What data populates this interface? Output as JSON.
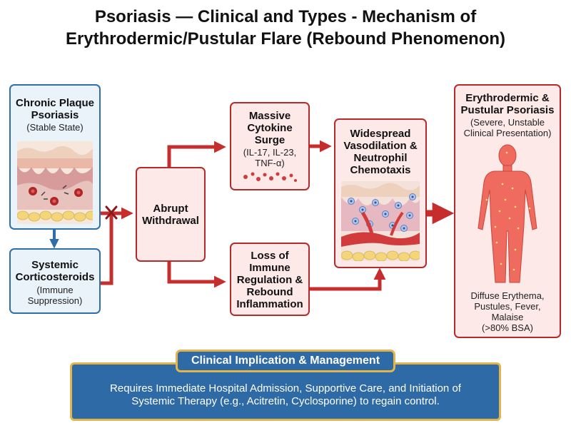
{
  "title": {
    "line1": "Psoriasis — Clinical and Types - Mechanism of",
    "line2": "Erythrodermic/Pustular Flare (Rebound Phenomenon)"
  },
  "plaque": {
    "heading1": "Chronic Plaque",
    "heading2": "Psoriasis",
    "sub": "(Stable State)"
  },
  "steroids": {
    "heading1": "Systemic",
    "heading2": "Corticosteroids",
    "sub1": "(Immune",
    "sub2": "Suppression)"
  },
  "withdrawal": {
    "line1": "Abrupt",
    "line2": "Withdrawal"
  },
  "cytokine": {
    "heading1": "Massive",
    "heading2": "Cytokine",
    "heading3": "Surge",
    "sub1": "(IL-17, IL-23,",
    "sub2": "TNF-α)"
  },
  "loss": {
    "line1": "Loss of",
    "line2": "Immune",
    "line3": "Regulation &",
    "line4": "Rebound",
    "line5": "Inflammation"
  },
  "vaso": {
    "line1": "Widespread",
    "line2": "Vasodilation &",
    "line3": "Neutrophil",
    "line4": "Chemotaxis"
  },
  "erythro": {
    "heading1": "Erythrodermic &",
    "heading2": "Pustular Psoriasis",
    "sub1": "(Severe, Unstable",
    "sub2": "Clinical Presentation)",
    "symptoms1": "Diffuse Erythema,",
    "symptoms2": "Pustules, Fever,",
    "symptoms3": "Malaise",
    "symptoms4": "(>80% BSA)"
  },
  "management": {
    "title": "Clinical Implication & Management",
    "body1": "Requires Immediate Hospital Admission, Supportive Care, and Initiation of",
    "body2": "Systemic Therapy (e.g., Acitretin, Cyclosporine) to regain control."
  },
  "colors": {
    "arrow_red": "#c62d2d",
    "border_blue": "#2f6fa8",
    "border_red": "#b52a2a",
    "management_bg": "#2d6aa6",
    "management_border": "#e3b44b"
  }
}
